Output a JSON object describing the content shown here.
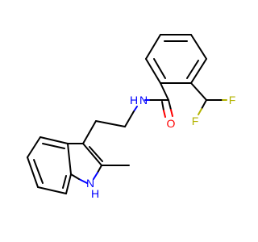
{
  "molecule": {
    "atoms": {
      "f1": {
        "symbol": "F",
        "color": "#b3b300"
      },
      "f2": {
        "symbol": "F",
        "color": "#b3b300"
      },
      "n_amide": {
        "symbol": "N",
        "color": "#0000ff"
      },
      "h_amide": {
        "symbol": "H",
        "color": "#0000ff"
      },
      "o_carbonyl": {
        "symbol": "O",
        "color": "#ff0000"
      },
      "n_indole": {
        "symbol": "N",
        "color": "#0000ff"
      },
      "h_indole": {
        "symbol": "H",
        "color": "#0000ff"
      }
    },
    "background": "#ffffff",
    "bond_color": "#000000"
  }
}
